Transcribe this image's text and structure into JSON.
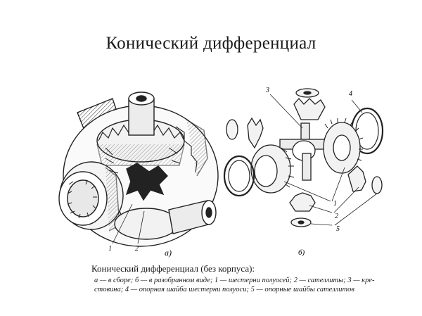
{
  "title": "Конический дифференциал",
  "figure_labels": {
    "a": "а)",
    "b": "б)",
    "a_callouts": [
      "1",
      "2"
    ],
    "b_callouts": [
      "3",
      "4",
      "1",
      "2",
      "5"
    ]
  },
  "caption": {
    "heading": "Конический дифференциал (без корпуса):",
    "line1": "а — в сборе;  б — в разобранном виде;  1 — шестерни полуосей;  2 — сателлиты;  3 — кре-",
    "line2": "стовина;  4 — опорная шайба шестерни полуоси;  5 — опорные шайбы сателлитов"
  }
}
